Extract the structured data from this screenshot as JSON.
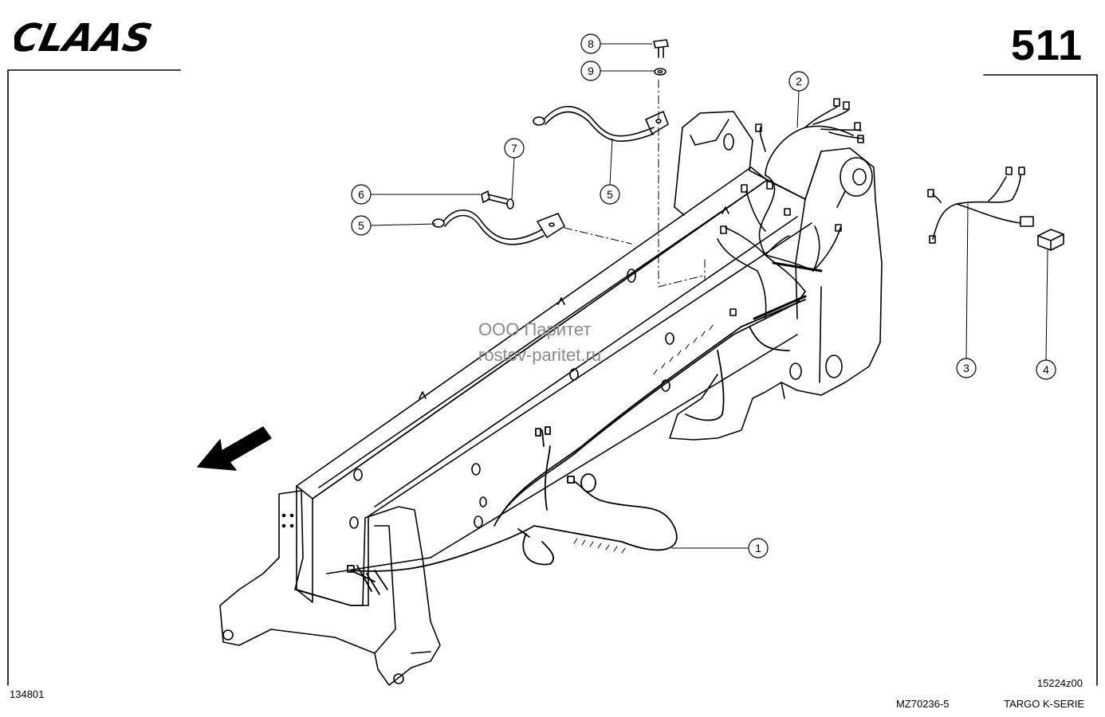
{
  "brand": {
    "logo_text": "CLAAS"
  },
  "page_number": "511",
  "watermark": {
    "line1": "ООО Паритет",
    "line2": "rostov-paritet.ru"
  },
  "footer": {
    "left_code": "134801",
    "drawing_code": "MZ70236-5",
    "reference": "15224z00",
    "series": "TARGO K-SERIE"
  },
  "callouts": [
    {
      "label": "1"
    },
    {
      "label": "2"
    },
    {
      "label": "3"
    },
    {
      "label": "4"
    },
    {
      "label": "5"
    },
    {
      "label": "5"
    },
    {
      "label": "6"
    },
    {
      "label": "7"
    },
    {
      "label": "8"
    },
    {
      "label": "9"
    }
  ],
  "colors": {
    "ink": "#000000",
    "watermark": "#8a8a8a"
  }
}
